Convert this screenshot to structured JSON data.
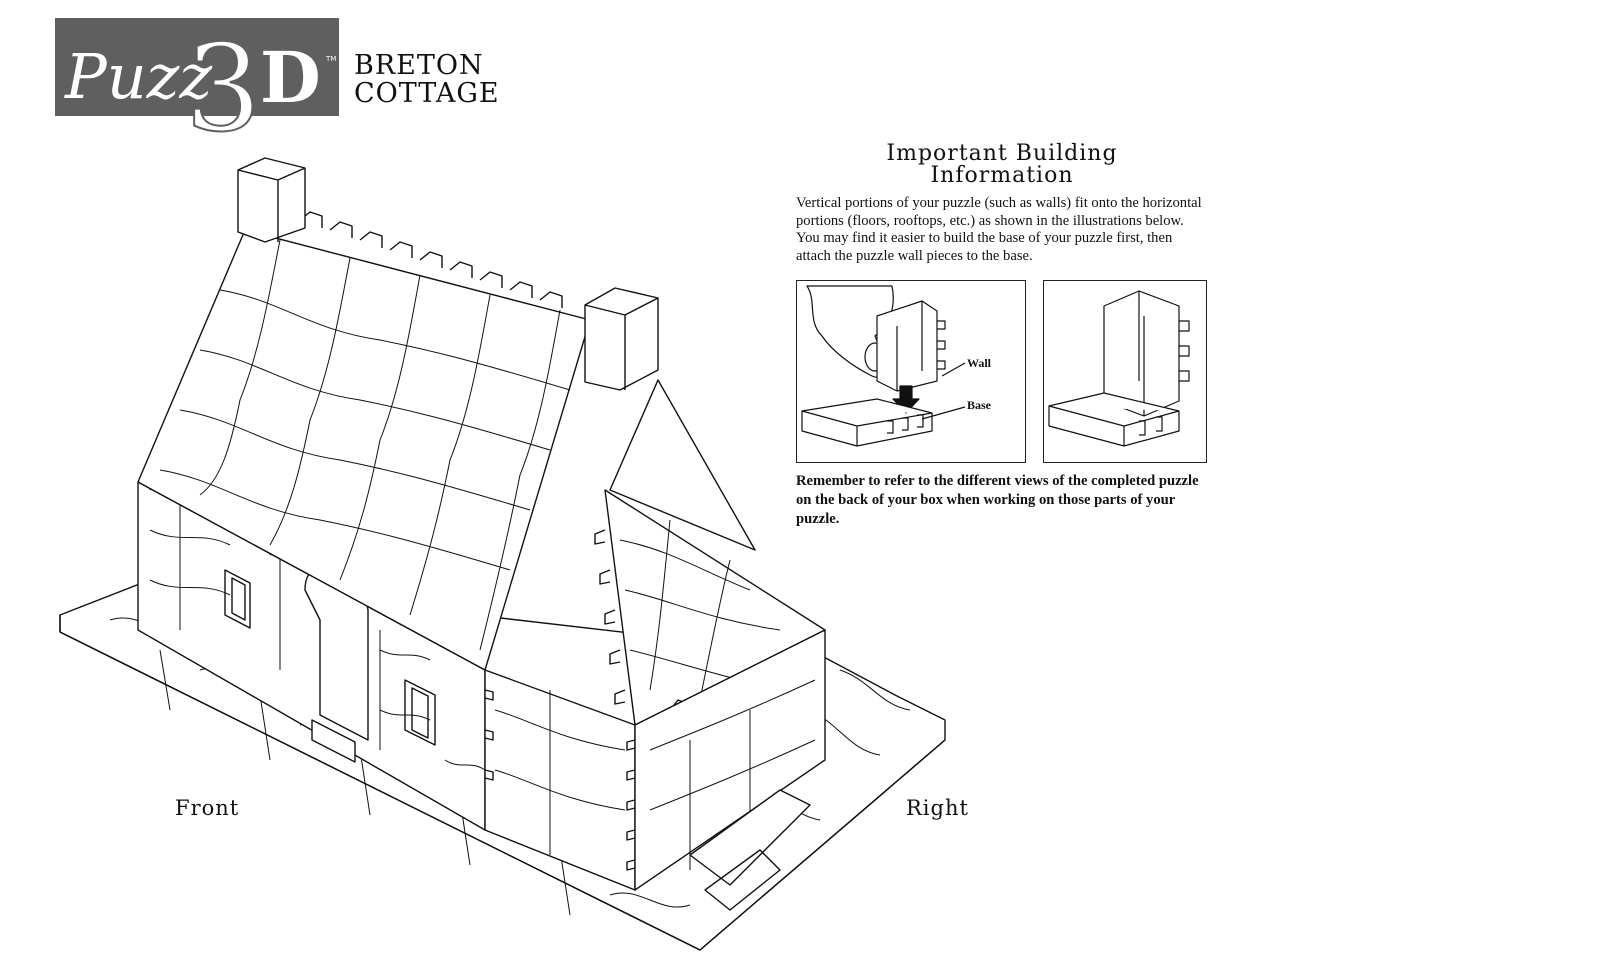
{
  "brand": {
    "logo_text_puzz": "Puzz",
    "logo_text_3": "3",
    "logo_text_d": "D",
    "trademark": "TM",
    "logo_colors": {
      "panel": "#5f5f5f",
      "letters": "#ffffff"
    }
  },
  "product": {
    "title_line1": "BRETON",
    "title_line2": "COTTAGE"
  },
  "illustration": {
    "icon": "house-puzzle-illustration",
    "label_front": "Front",
    "label_right": "Right"
  },
  "info": {
    "heading_line1": "Important Building",
    "heading_line2": "Information",
    "body": "Vertical portions of your puzzle (such as walls) fit onto the horizontal portions (floors, rooftops, etc.) as shown in the illustrations below. You may find it easier to build the base of your puzzle first, then attach the puzzle wall pieces to the base.",
    "diagram1": {
      "label_wall": "Wall",
      "label_base": "Base"
    },
    "reminder": "Remember to refer to the different views of the completed puzzle on the back of your box when working on those parts of your puzzle."
  }
}
